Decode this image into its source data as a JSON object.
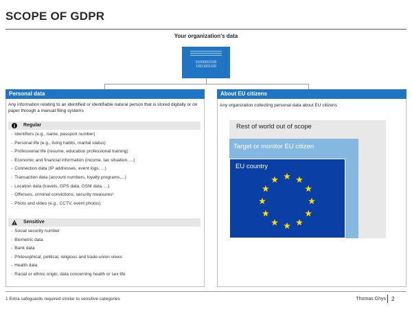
{
  "title": "SCOPE OF GDPR",
  "org_label": "Your organization's data",
  "binary_lines": [
    "01000010100",
    "10011001100"
  ],
  "personal": {
    "header": "Personal data",
    "description": "Any information relating to an identified or identifiable natural person that is stored digitally or on paper through a manual filing systems",
    "regular": {
      "heading": "Regular",
      "items": [
        "Identifiers (e.g., name, passport number)",
        "Personal life (e.g., living habits, marital status)",
        "Professional life (resume, education professional training)",
        "Economic and financial information (income, tax situation, ...)",
        "Connection data (IP addresses,  event logs, ...)",
        "Transaction data (account numbers, loyalty programs,...)",
        "Location data (travels, GPS data, GSM data, ...)",
        "Offenses,  criminal convictions, security measures¹",
        "Photo and video (e.g., CCTV,  event photos)"
      ]
    },
    "sensitive": {
      "heading": "Sensitive",
      "items": [
        "Social security number",
        "Biometric data",
        "Bank data",
        "Philosophical, political, religious and trade-union views",
        "Health data",
        "Racial or ethnic origin, data concerning health or sex life"
      ]
    }
  },
  "eu": {
    "header": "About EU citizens",
    "description": "Any organization collecting personal data about EU citizens",
    "rest_label": "Rest of world out of scope",
    "target_label": "Target or monitor EU citizen",
    "country_label": "EU country"
  },
  "footnote": "1 Extra  safeguards  required  similar  to  sensitive  categories",
  "author": "Thomas  Ghys",
  "page_number": "2",
  "colors": {
    "accent": "#1f75c4",
    "eu_blue": "#0a3fa6",
    "eu_star": "#ffdd00",
    "mid_blue": "#85b8e1",
    "grey_box": "#e8e8e8"
  },
  "icons": {
    "regular": "info-circle-icon",
    "sensitive": "warning-triangle-icon"
  }
}
